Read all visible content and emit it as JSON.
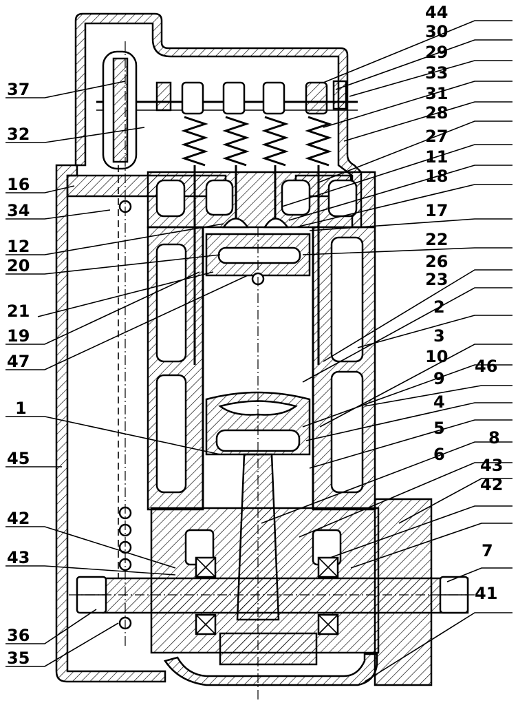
{
  "diagram": {
    "labels_left": [
      "37",
      "32",
      "16",
      "34",
      "12",
      "20",
      "21",
      "19",
      "47",
      "1",
      "45",
      "42",
      "43",
      "36",
      "35"
    ],
    "labels_right": [
      "44",
      "30",
      "29",
      "33",
      "31",
      "28",
      "27",
      "11",
      "18",
      "17",
      "22",
      "26",
      "23",
      "2",
      "3",
      "10",
      "46",
      "9",
      "4",
      "5",
      "6",
      "8",
      "43",
      "42",
      "7",
      "41"
    ]
  }
}
